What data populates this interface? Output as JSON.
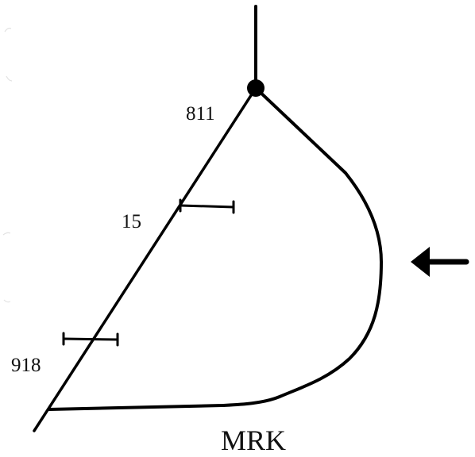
{
  "colors": {
    "line": "#000000",
    "text": "#111111",
    "background": "#ffffff"
  },
  "labels": {
    "node_811": "811",
    "node_15": "15",
    "node_918": "918",
    "bottom": "MRK"
  },
  "icons": {
    "junction": "junction-dot-icon",
    "arrow": "arrow-left-icon",
    "ticks": "scale-tick-icon"
  }
}
